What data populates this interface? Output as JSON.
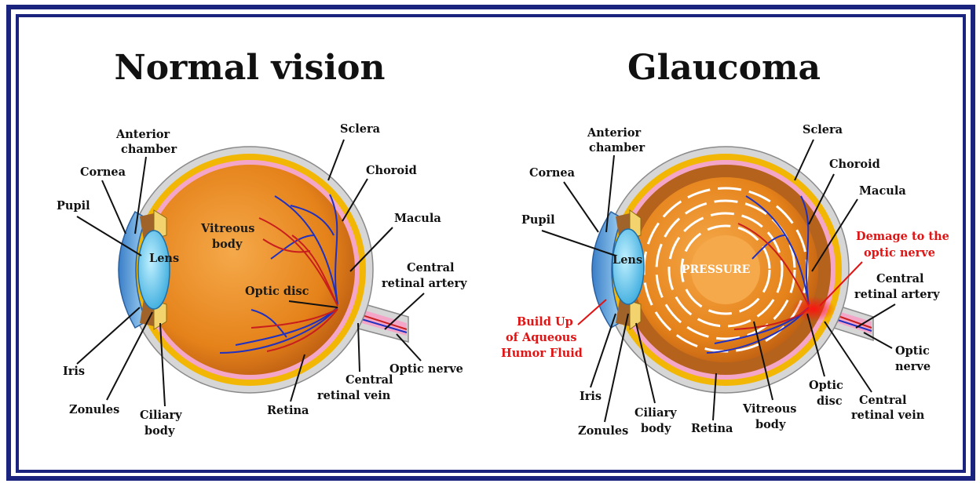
{
  "normal": {
    "title": "Normal vision",
    "labels": {
      "anterior_chamber": [
        "Anterior",
        "chamber"
      ],
      "cornea": "Cornea",
      "pupil": "Pupil",
      "lens": "Lens",
      "vitreous_body": [
        "Vitreous",
        "body"
      ],
      "sclera": "Sclera",
      "choroid": "Choroid",
      "macula": "Macula",
      "central_retinal_artery": [
        "Central",
        "retinal artery"
      ],
      "optic_disc": "Optic disc",
      "optic_nerve": "Optic nerve",
      "central_retinal_vein": [
        "Central",
        "retinal vein"
      ],
      "retina": "Retina",
      "iris": "Iris",
      "zonules": "Zonules",
      "ciliary_body": [
        "Ciliary",
        "body"
      ]
    }
  },
  "glaucoma": {
    "title": "Glaucoma",
    "labels": {
      "anterior_chamber": [
        "Anterior",
        "chamber"
      ],
      "cornea": "Cornea",
      "pupil": "Pupil",
      "lens": "Lens",
      "pressure": "PRESSURE",
      "sclera": "Sclera",
      "choroid": "Choroid",
      "macula": "Macula",
      "damage": [
        "Demage to the",
        "optic nerve"
      ],
      "central_retinal_artery": [
        "Central",
        "retinal artery"
      ],
      "optic_nerve": [
        "Optic",
        "nerve"
      ],
      "central_retinal_vein": [
        "Central",
        "retinal vein"
      ],
      "optic_disc": [
        "Optic",
        "disc"
      ],
      "vitreous_body": [
        "Vitreous",
        "body"
      ],
      "retina": "Retina",
      "ciliary_body": [
        "Ciliary",
        "body"
      ],
      "zonules": "Zonules",
      "iris": "Iris",
      "fluid": [
        "Build Up",
        "of Aqueous",
        "Humor Fluid"
      ]
    }
  },
  "colors": {
    "frame": "#1a237e",
    "sclera": "#d6d6d6",
    "choroid": "#f2b705",
    "retina": "#f4a6c8",
    "vitreous": "#e98a1a",
    "cornea": "#4f95d6",
    "lens": "#66ccee",
    "iris": "#a0632a",
    "vein": "#2030c0",
    "artery": "#c81e1e",
    "damage": "#e01414"
  }
}
